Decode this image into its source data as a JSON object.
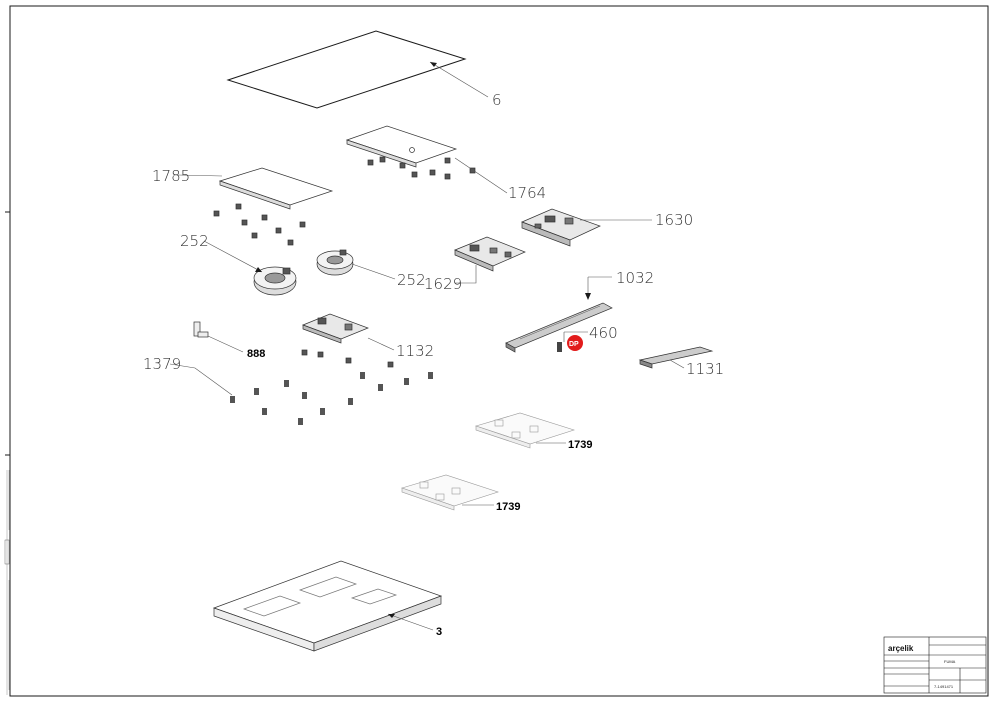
{
  "callouts": {
    "c6": "6",
    "c1764": "1764",
    "c1785": "1785",
    "c1630": "1630",
    "c252a": "252",
    "c252b": "252",
    "c1629": "1629",
    "c1032": "1032",
    "c460": "460",
    "c888": "888",
    "c1132": "1132",
    "c1379": "1379",
    "c1131": "1131",
    "c1739a": "1739",
    "c1739b": "1739",
    "c3": "3"
  },
  "hotspot_badge": "DP",
  "title_block": {
    "logo": "arçelik",
    "model": "FUMA",
    "drawing_number": "7-1491471"
  },
  "colors": {
    "line": "#1a1a1a",
    "hotspot": "#e21b1b",
    "part_grey": "#8a8a8a"
  }
}
